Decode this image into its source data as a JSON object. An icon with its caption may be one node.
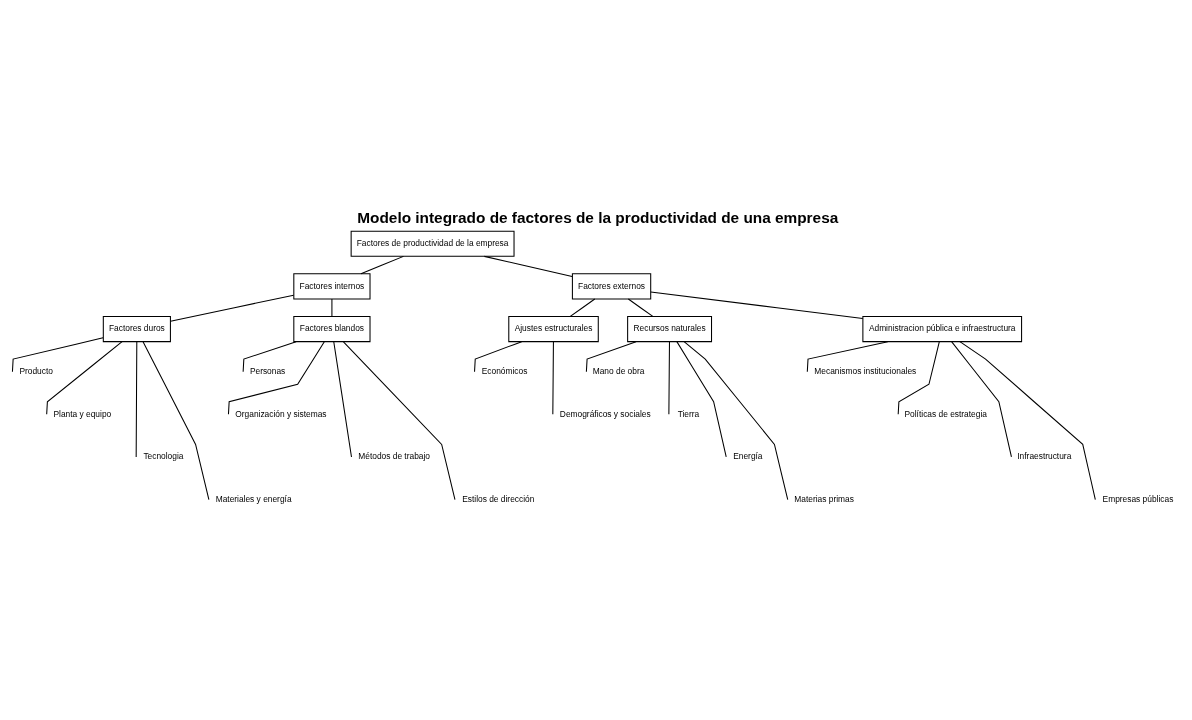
{
  "diagram": {
    "title": "Modelo integrado de factores de la productividad de una empresa",
    "nodes": [
      {
        "text": [
          "Factores de productividad de la empresa"
        ]
      },
      {
        "text": [
          "Factores internos"
        ]
      },
      {
        "text": [
          "Factores externos"
        ]
      },
      {
        "text": [
          "Factores duros"
        ]
      },
      {
        "text": [
          "Factores blandos"
        ]
      },
      {
        "text": [
          "Ajustes estructurales"
        ]
      },
      {
        "text": [
          "Recursos naturales"
        ]
      },
      {
        "text": [
          "Administracion pública e infraestructura"
        ]
      },
      {
        "text": [
          "Producto"
        ]
      },
      {
        "text": [
          "Planta y equipo"
        ]
      },
      {
        "text": [
          "Tecnologia"
        ]
      },
      {
        "text": [
          "Materiales y energía"
        ]
      },
      {
        "text": [
          "Personas"
        ]
      },
      {
        "text": [
          "Organización y sistemas"
        ]
      },
      {
        "text": [
          "Métodos de trabajo"
        ]
      },
      {
        "text": [
          "Estilos de dirección"
        ]
      },
      {
        "text": [
          "Económicos"
        ]
      },
      {
        "text": [
          "Demográficos y sociales"
        ]
      },
      {
        "text": [
          "Mano de obra"
        ]
      },
      {
        "text": [
          "Tierra"
        ]
      },
      {
        "text": [
          "Energía"
        ]
      },
      {
        "text": [
          "Materias primas"
        ]
      },
      {
        "text": [
          "Mecanismos institucionales"
        ]
      },
      {
        "text": [
          "Políticas de estrategia"
        ]
      },
      {
        "text": [
          "Infraestructura"
        ]
      },
      {
        "text": [
          "Empresas públicas"
        ]
      }
    ],
    "edges": [
      {
        "from": 0,
        "to": 1,
        "arrow": "none"
      },
      {
        "from": 0,
        "to": 2,
        "arrow": "none"
      },
      {
        "from": 1,
        "to": 3,
        "arrow": "none"
      },
      {
        "from": 1,
        "to": 4,
        "arrow": "none"
      },
      {
        "from": 2,
        "to": 5,
        "arrow": "none"
      },
      {
        "from": 2,
        "to": 6,
        "arrow": "none"
      },
      {
        "from": 2,
        "to": 7,
        "arrow": "none"
      },
      {
        "from": 3,
        "to": 8,
        "arrow": "none"
      },
      {
        "from": 3,
        "to": 9,
        "arrow": "none"
      },
      {
        "from": 3,
        "to": 10,
        "arrow": "none"
      },
      {
        "from": 3,
        "to": 11,
        "arrow": "none"
      },
      {
        "from": 4,
        "to": 12,
        "arrow": "none"
      },
      {
        "from": 4,
        "to": 13,
        "arrow": "none"
      },
      {
        "from": 4,
        "to": 14,
        "arrow": "none"
      },
      {
        "from": 4,
        "to": 15,
        "arrow": "none"
      },
      {
        "from": 5,
        "to": 16,
        "arrow": "none"
      },
      {
        "from": 5,
        "to": 17,
        "arrow": "none"
      },
      {
        "from": 6,
        "to": 18,
        "arrow": "none"
      },
      {
        "from": 6,
        "to": 19,
        "arrow": "none"
      },
      {
        "from": 6,
        "to": 20,
        "arrow": "none"
      },
      {
        "from": 6,
        "to": 21,
        "arrow": "none"
      },
      {
        "from": 7,
        "to": 22,
        "arrow": "none"
      },
      {
        "from": 7,
        "to": 23,
        "arrow": "none"
      },
      {
        "from": 7,
        "to": 24,
        "arrow": "none"
      },
      {
        "from": 7,
        "to": 25,
        "arrow": "none"
      }
    ]
  }
}
